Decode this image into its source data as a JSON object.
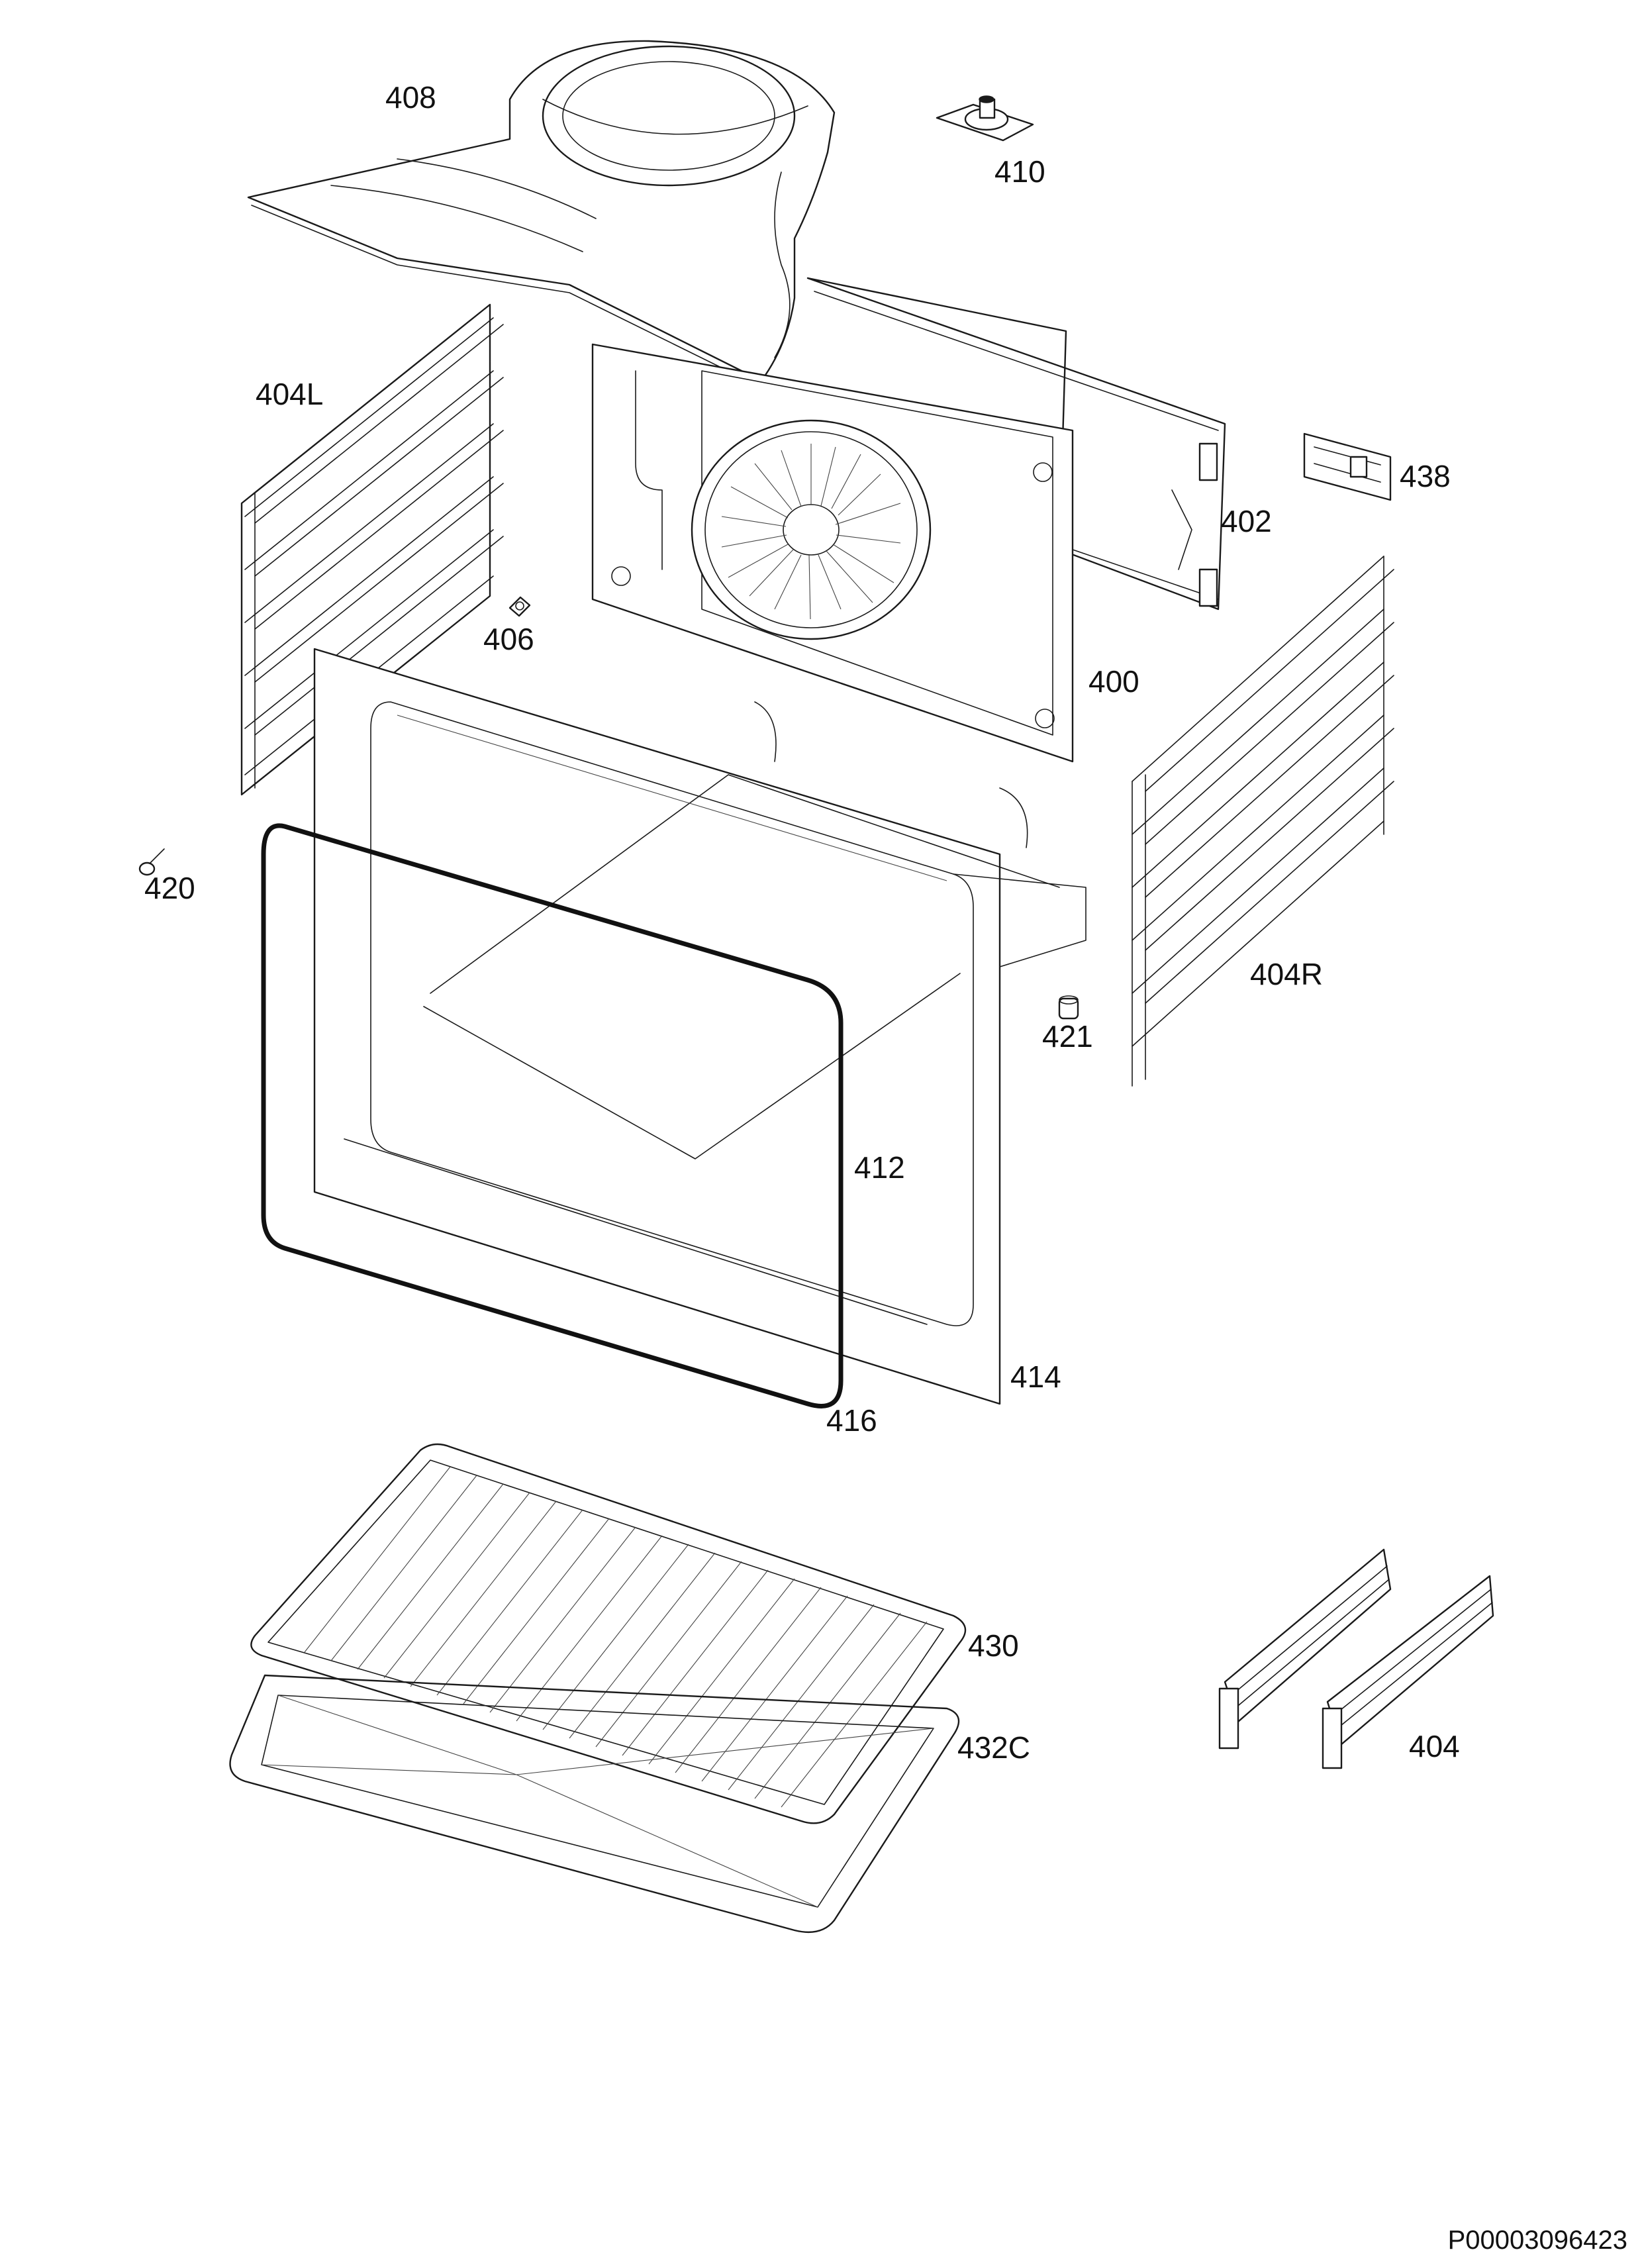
{
  "labels": {
    "p408": "408",
    "p410": "410",
    "p404L": "404L",
    "p438": "438",
    "p402": "402",
    "p406": "406",
    "p400": "400",
    "p420": "420",
    "p404R": "404R",
    "p421": "421",
    "p412": "412",
    "p414": "414",
    "p416": "416",
    "p430": "430",
    "p432C": "432C",
    "p404": "404"
  },
  "drawing_code": "P00003096423",
  "colors": {
    "line": "#1a1a1a",
    "background": "#ffffff"
  }
}
